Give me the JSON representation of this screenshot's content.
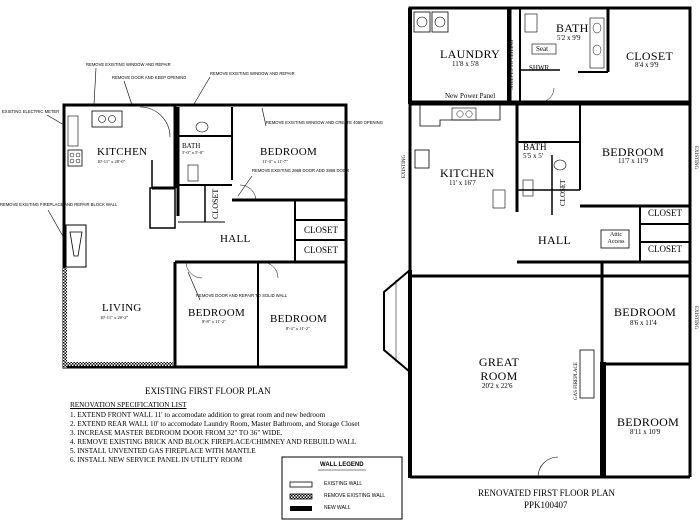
{
  "existing_plan": {
    "title": "EXISTING FIRST FLOOR PLAN",
    "rooms": {
      "kitchen": {
        "name": "KITCHEN",
        "dim": "10'-11\" x 28'-0\""
      },
      "bath": {
        "name": "BATH",
        "dim": "5'-0\" x 5'-0\""
      },
      "bedroom1": {
        "name": "BEDROOM",
        "dim": "11'-0\" x 11'-7\""
      },
      "closet_v": {
        "name": "CLOSET"
      },
      "hall": {
        "name": "HALL"
      },
      "closet1": {
        "name": "CLOSET"
      },
      "closet2": {
        "name": "CLOSET"
      },
      "living": {
        "name": "LIVING",
        "dim": "10'-11\" x 20'-2\""
      },
      "bedroom2": {
        "name": "BEDROOM",
        "dim": "8'-8\" x 11'-2\""
      },
      "bedroom3": {
        "name": "BEDROOM",
        "dim": "8'-4\" x 11'-2\""
      }
    },
    "notes": {
      "window1": "REMOVE EXISTING WINDOW AND REPAIR",
      "door1": "REMOVE DOOR AND KEEP OPENING",
      "window2": "REMOVE EXISTING WINDOW AND REPAIR",
      "meter": "EXISTING ELECTRIC METER",
      "fireplace": "REMOVE EXISTING FIREPLACE AND REPAIR BLOCK WALL",
      "window3": "REMOVE EXISTING WINDOW AND CREATE 4050 OPENING",
      "door2": "REMOVE EXISTING 2668 DOOR ADD 2868 DOOR",
      "door3": "REMOVE DOOR AND REPAIR TO SOLID WALL"
    }
  },
  "spec": {
    "heading": "RENOVATION SPECIFICATION LIST",
    "items": [
      "1. EXTEND FRONT WALL 11' to accomodate addition to great room and new bedroom",
      "2. EXTEND REAR WALL 10' to accomodate Laundry Room, Master Bathroom, and Storage Closet",
      "3. INCREASE MASTER BEDROOM DOOR FROM 32\" TO 36\" WIDE.",
      "4. REMOVE EXISTING BRICK AND BLOCK FIREPLACE/CHIMNEY AND REBUILD WALL",
      "5. INSTALL UNVENTED GAS FIREPLACE WITH MANTLE",
      "6. INSTALL NEW SERVICE PANEL IN UTILITY ROOM"
    ]
  },
  "legend": {
    "title": "WALL LEGEND",
    "items": [
      "EXISTING WALL",
      "REMOVE EXISTING WALL",
      "NEW WALL"
    ]
  },
  "renovated_plan": {
    "title": "RENOVATED FIRST FLOOR PLAN",
    "code": "PPK100407",
    "rooms": {
      "laundry": {
        "name": "LAUNDRY",
        "dim": "11'8 x 5'8"
      },
      "bath_master": {
        "name": "BATH",
        "dim": "5'2 x 9'9"
      },
      "closet_master": {
        "name": "CLOSET",
        "dim": "8'4 x 9'9"
      },
      "kitchen": {
        "name": "KITCHEN",
        "dim": "11' x 16'7"
      },
      "bath": {
        "name": "BATH",
        "dim": "5'5 x 5'"
      },
      "bedroom1": {
        "name": "BEDROOM",
        "dim": "11'7 x 11'9"
      },
      "closet_v": {
        "name": "CLOSET"
      },
      "hall": {
        "name": "HALL"
      },
      "attic": {
        "name": "Attic Access"
      },
      "closet1": {
        "name": "CLOSET"
      },
      "closet2": {
        "name": "CLOSET"
      },
      "bedroom2": {
        "name": "BEDROOM",
        "dim": "8'6 x 11'4"
      },
      "great_room": {
        "name": "GREAT ROOM",
        "dim": "20'2 x 22'6"
      },
      "bedroom3": {
        "name": "BEDROOM",
        "dim": "8'11 x 10'9"
      }
    },
    "labels": {
      "seat": "Seat",
      "shwr": "SHWR",
      "shelves": "SHELVES TO CEILING",
      "panel": "New Power Panel",
      "gas_fp": "GAS FIREPLACE",
      "existing": "EXISTING"
    }
  }
}
